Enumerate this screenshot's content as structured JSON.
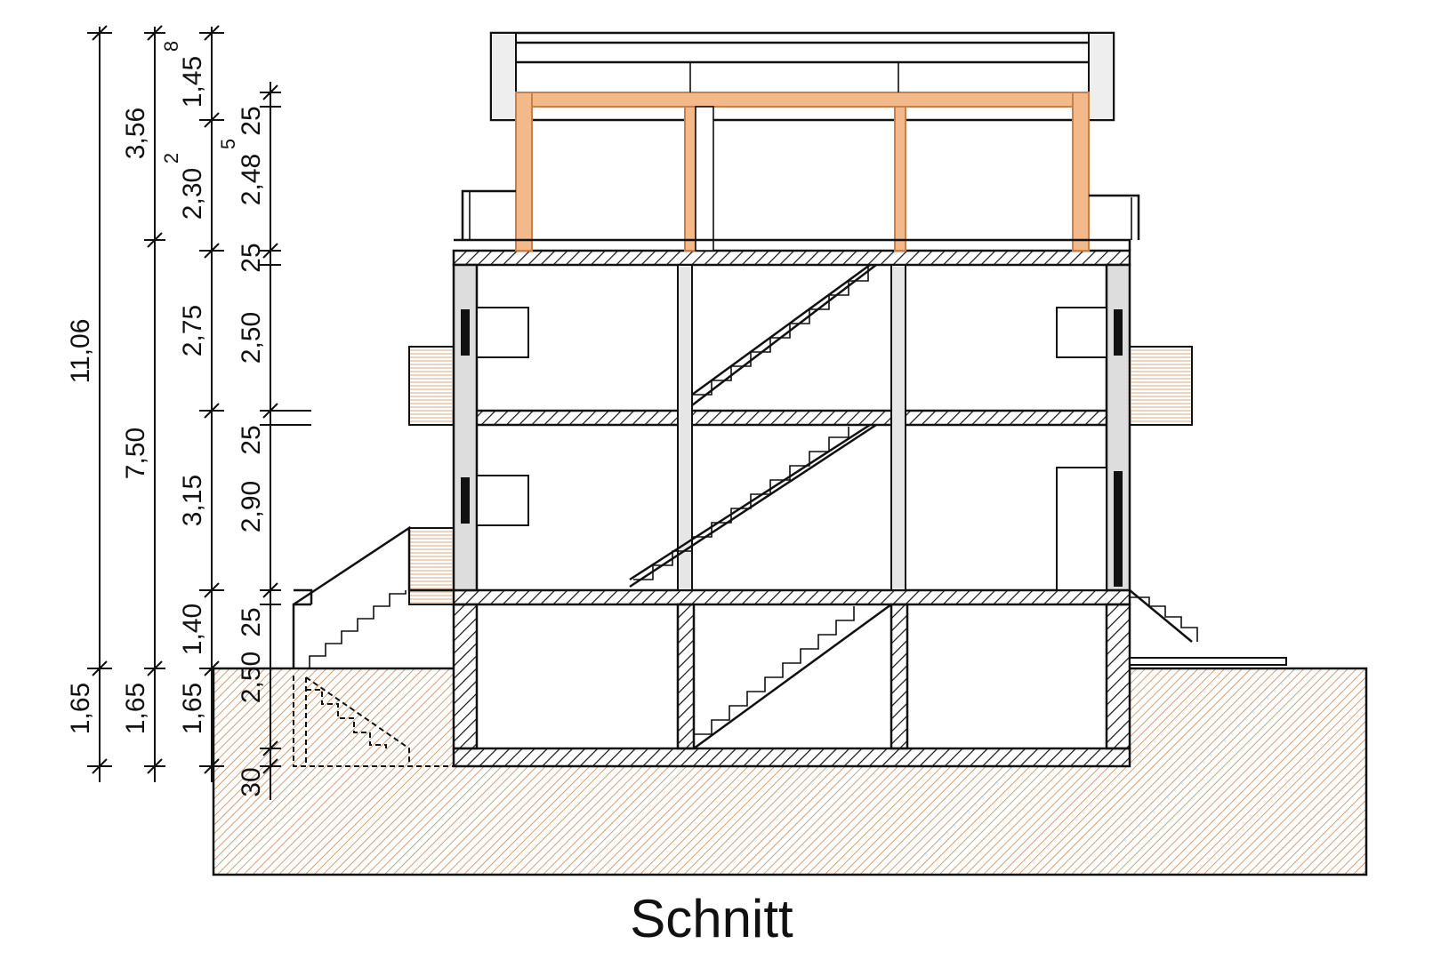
{
  "title": "Schnitt",
  "colors": {
    "ground_hatch": "#c8875a",
    "timber": "#f4b98a",
    "timber_stroke": "#c8804a",
    "line": "#111111",
    "wall_gray": "#dddddd"
  },
  "dimensions": {
    "col1": {
      "total": "11,06",
      "base": "1,65"
    },
    "col2": {
      "top": "3,56",
      "mid": "7,50",
      "base": "1,65"
    },
    "col3": {
      "top": "1,45",
      "top_sup": "8",
      "mid1": "2,30",
      "mid1_sup": "2",
      "mid2": "2,75",
      "mid3": "3,15",
      "mid4": "1,40",
      "base": "1,65"
    },
    "col4": {
      "a": "25",
      "b": "2,48",
      "b_sup": "5",
      "c": "2,50",
      "d": "25",
      "e": "2,90",
      "f": "25",
      "g": "2,50",
      "h": "25",
      "i": "30"
    }
  }
}
